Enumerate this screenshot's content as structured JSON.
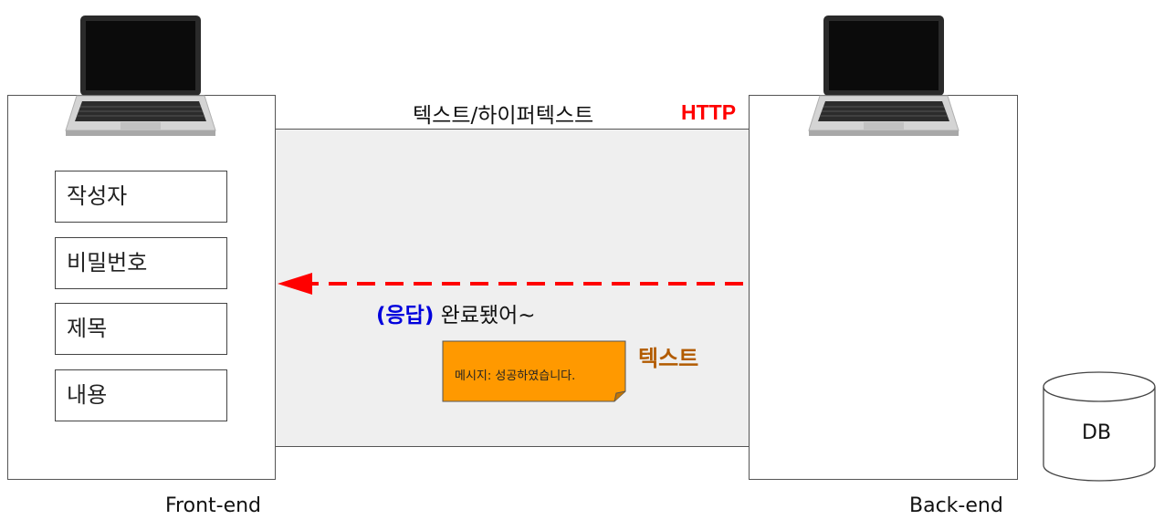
{
  "frontend": {
    "label": "Front-end",
    "fields": [
      "작성자",
      "비밀번호",
      "제목",
      "내용"
    ]
  },
  "backend": {
    "label": "Back-end"
  },
  "channel": {
    "top_label": "텍스트/하이퍼텍스트",
    "protocol": "HTTP",
    "response_prefix": "(응답)",
    "response_text": "완료됐어~",
    "type_label": "텍스트",
    "message": "메시지: 성공하였습니다."
  },
  "database": {
    "label": "DB"
  },
  "colors": {
    "protocol": "#ff0000",
    "arrow": "#ff0000",
    "response_prefix": "#0000dd",
    "type_label": "#b25b00",
    "note_fill": "#ff9900",
    "channel_fill": "#efefef"
  },
  "icons": [
    "laptop-icon",
    "laptop-icon",
    "database-cylinder-icon"
  ]
}
